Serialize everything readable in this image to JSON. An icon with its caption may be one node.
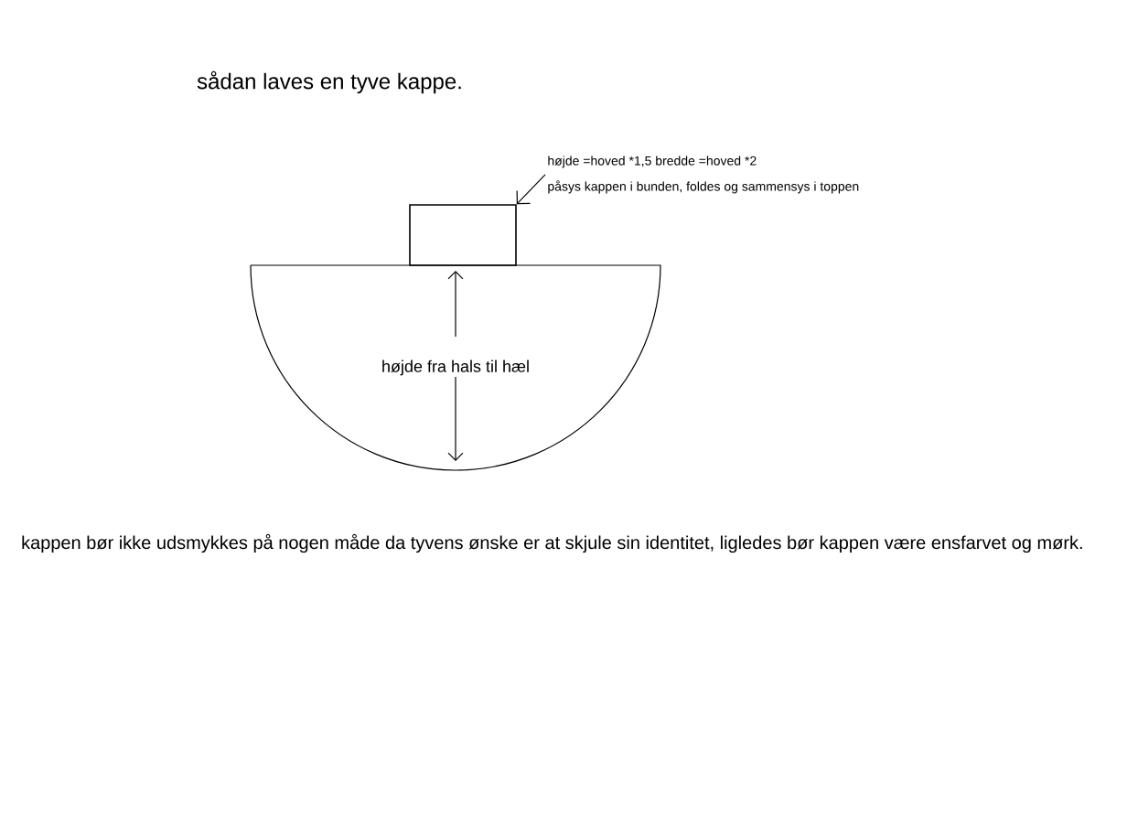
{
  "diagram": {
    "title": "sådan laves en tyve kappe.",
    "nodes": [
      {
        "text": [],
        "shape": "box"
      },
      {
        "text": [
          "højde fra hals til hæl"
        ]
      },
      {
        "text": [
          "højde =hoved *1,5 bredde =hoved *2",
          "påsys kappen i bunden, foldes og sammensys i toppen"
        ]
      }
    ],
    "edges": [
      {
        "from": 2,
        "to": 0,
        "arrow": "to"
      }
    ],
    "labels": [
      "kappen bør ikke udsmykkes på nogen måde da tyvens ønske er at skjule sin identitet, ligledes bør kappen være ensfarvet og mørk."
    ]
  }
}
